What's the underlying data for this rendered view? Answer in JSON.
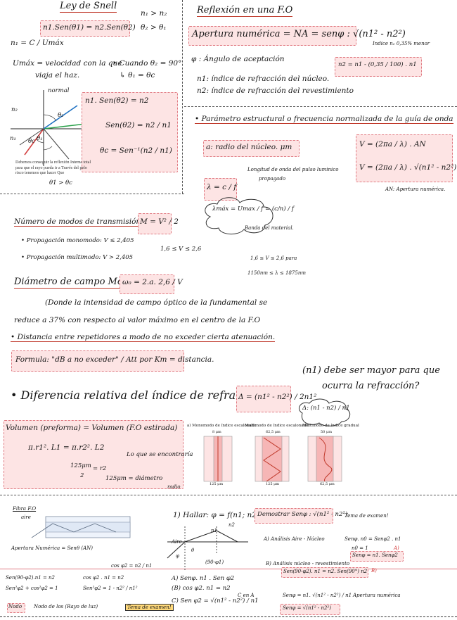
{
  "snell": {
    "title": "Ley de Snell",
    "cond_n": "n₁ > n₂",
    "cond_theta": "θ₂ > θ₁",
    "formula": "n1.Sen(θ1) = n2.Sen(θ2)",
    "n1_def": "n₁ = C / Umáx",
    "umax_def_1": "Umáx = velocidad con la que",
    "umax_def_2": "viaja el haz.",
    "cuando_1": "• Cuando θ₂ = 90°",
    "cuando_2": "↳ θ₁ = θc",
    "normal": "normal",
    "n2": "n₂",
    "n1": "n₁",
    "theta1": "θ₁",
    "theta2": "θ₂",
    "thetac": "θc",
    "box_1": "n1. Sen(θ2) = n2",
    "box_2": "Sen(θ2) = n2 / n1",
    "box_3": "θc = Sen⁻¹(n2 / n1)",
    "printed_note": "Debemos conseguir la reflexión Interna total para que el rayo pueda ir a Través del pelo risco tenemos que hacer Que",
    "printed_cond": "θ1 > θc"
  },
  "fo": {
    "title": "Reflexión en una F.O",
    "na_formula": "Apertura numérica = NA = senφ : √(n1² - n2²)",
    "indice_note": "Indice n₂ 0,35% menor",
    "n2_formula": "n2 = n1 - (0,35 / 100) . n1",
    "phi_def": "φ : Ángulo de aceptación",
    "n1_def": "n1: índice de refracción del núcleo.",
    "n2_def": "n2: índice de refracción del revestimiento"
  },
  "param": {
    "title": "• Parámetro estructural o frecuencia normalizada de la guía de onda",
    "a_def": "a: radio del núcleo. μm",
    "v1": "V = (2πa / λ) . AN",
    "v2": "V = (2πa / λ) . √(n1² - n2²)",
    "an_note": "AN: Apertura numérica.",
    "lambda_note_1": "Longitud de onda del pulso luminico",
    "lambda_note_2": "propagado",
    "lambda_formula": "λ = c / f",
    "lambda_max": "λmáx = Umax / f = (c/n) / f",
    "banda_note": "Banda del material."
  },
  "modos": {
    "title": "Número de modos de transmisión",
    "formula": "M = V² / 2",
    "mono": "• Propagación monomodo:  V ≤ 2,405",
    "multi": "• Propagación multimodo:  V > 2,405",
    "range": "1,6 ≤ V ≤ 2,6",
    "range_note": "1,6 ≤ V ≤ 2,6 para",
    "lambda_range": "1150nm ≤ λ ≤ 1875nm"
  },
  "diametro": {
    "title": "Diámetro de campo Modal:",
    "formula": "ω₀ = 2.a. 2,6 / V",
    "desc_1": "(Donde la intensidad de campo óptico de la fundamental se",
    "desc_2": "reduce a 37% con respecto al valor máximo en el centro de la F.O",
    "distancia": "• Distancia entre repetidores a modo de no exceder cierta atenuación.",
    "formula_box": "Formula: \"dB a no exceder\" / Att por Km = distancia."
  },
  "diferencia": {
    "title": "• Diferencia relativa del índice de refracción",
    "formula": "Δ = (n1² - n2²) / 2n1²",
    "note_1": "(n1) debe ser mayor para que",
    "note_2": "ocurra la refracción?",
    "approx": "Δ: (n1 - n2) / n1"
  },
  "volumen": {
    "title": "Volumen (preforma) = Volumen (F.O estirada)",
    "eq": "π.r1². L1 = π.r2². L2",
    "arrow_note": "Lo que se encontraría",
    "d1": "125μm",
    "d1b": "2",
    "eq_r": "= r2",
    "d2": "125μm = diámetro",
    "d2b": "radio",
    "diag_a": "a) Monomodo de índice escalonado",
    "diag_b": "Multimodo de índice escalonado",
    "diag_c": "Multimodo de índice gradual",
    "dim_a1": "8 μm",
    "dim_a2": "125 μm",
    "dim_b1": "62,5 μm",
    "dim_b2": "125 μm",
    "dim_c1": "50 μm",
    "dim_c2": "62,5 μm"
  },
  "bottom": {
    "fo_label": "Fibra F.O",
    "aire": "aire",
    "apertura": "Apertura Numérica = Senθ (AN)",
    "hallar": "1) Hallar: φ = f(n1; n2)",
    "demostrar": "Demostrar Senφ : √(n1² - n2²)",
    "tema": "Tema de examen!",
    "aire2": "Aire",
    "n1": "n1",
    "n2": "n2",
    "phi": "φ",
    "theta": "θ",
    "ninety": "(90-φ1)",
    "analisis_a": "A) Análisis Aire - Núcleo",
    "a_eq1": "Senφ. n0 = Senφ2 . n1",
    "a_eq2": "n0 = 1",
    "a_eq3": "Senφ = n1. Senφ2",
    "tag_a": "A)",
    "analisis_b": "B) Análisis núcleo - revestimiento",
    "b_eq": "Sen(90-φ2). n1 = n2. Sen(90°) n2",
    "tag_b": "B)",
    "l1": "Sen(90-φ2).n1 = n2",
    "l2": "Sen²φ2 + cos²φ2 = 1",
    "l3": "cos φ2 . n1 = n2",
    "l4": "Sen²φ2 = 1 - n2² / n1²",
    "l5": "cos φ2 = n2 / n1",
    "r1": "A) Senφ. n1 . Sen φ2",
    "r2": "(B) cos φ2. n1 = n2",
    "r3": "C) Sen φ2 = √(n1² - n2²) / n1",
    "c_en_a": "C en A",
    "r4": "Senφ = n1. √(n1² - n2²) / n1",
    "r5": "Senφ = √(n1² - n2²)",
    "apertura2": "Apertura numérica",
    "nodo": "Nodo",
    "nodo_2": "Nodo de los (Rayo de luz)",
    "tema2": "Tema de examen!"
  }
}
